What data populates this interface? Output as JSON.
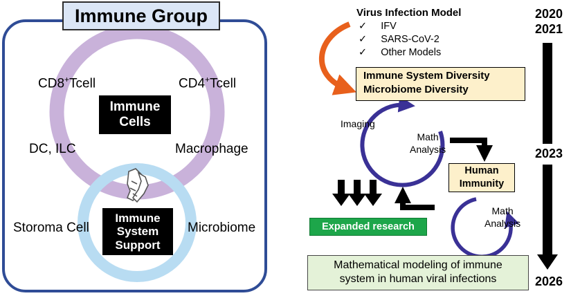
{
  "left": {
    "title": "Immune Group",
    "immune_cells": [
      "Immune",
      "Cells"
    ],
    "support": [
      "Immune",
      "System",
      "Support"
    ],
    "cell_labels": {
      "cd8": "CD8",
      "cd8_sup": "+",
      "cd8_suffix": "Tcell",
      "cd4": "CD4",
      "cd4_sup": "+",
      "cd4_suffix": "Tcell",
      "dc": "DC, ILC",
      "macrophage": "Macrophage"
    },
    "support_labels": {
      "stroma": "Storoma Cell",
      "microbiome": "Microbiome"
    },
    "colors": {
      "upper_ring": "#c9b2da",
      "lower_ring": "#b8dcf2",
      "frame": "#2f4c96",
      "title_bg": "#dbe6f6"
    }
  },
  "right": {
    "virus_model": {
      "title": "Virus Infection Model",
      "check": "✓",
      "items": [
        "IFV",
        "SARS-CoV-2",
        "Other Models"
      ]
    },
    "diversity": [
      "Immune System Diversity",
      "Microbiome Diversity"
    ],
    "cycle1": {
      "imaging": "Imaging",
      "math": [
        "Math",
        "Analysis"
      ]
    },
    "human_immunity": [
      "Human",
      "Immunity"
    ],
    "cycle2": {
      "math": [
        "Math",
        "Analysis"
      ]
    },
    "expanded": "Expanded research",
    "math_model": [
      "Mathematical modeling of immune",
      "system in human viral infections"
    ],
    "colors": {
      "orange_arrow": "#e8601c",
      "cycle": "#3a3196",
      "green": "#1da64a",
      "beige": "#fdf0cb",
      "light_green": "#e4f2d8"
    }
  },
  "timeline": [
    "2020",
    "2021",
    "2023",
    "2026"
  ]
}
